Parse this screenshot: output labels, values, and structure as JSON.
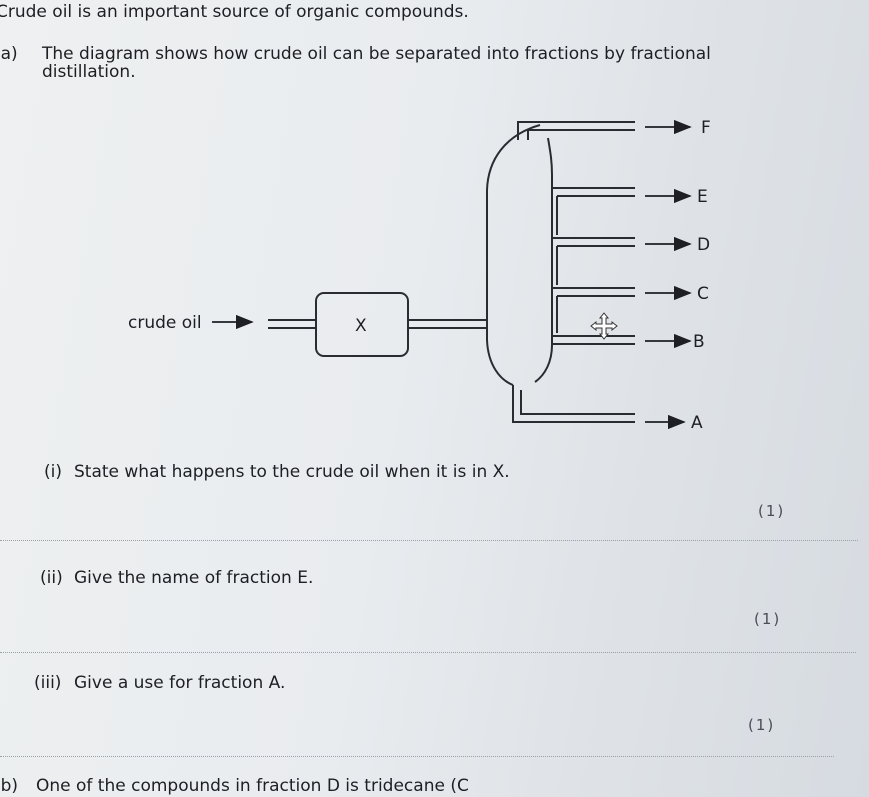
{
  "intro": "Crude oil is an important source of organic compounds.",
  "part_a": {
    "label": "(a)",
    "stem_line1": "The diagram shows how crude oil can be separated into fractions by fractional",
    "stem_line2": "distillation."
  },
  "diagram": {
    "input_label": "crude oil",
    "box_label": "X",
    "fractions": [
      "F",
      "E",
      "D",
      "C",
      "B",
      "A"
    ]
  },
  "questions": [
    {
      "num": "(i)",
      "text": "State what happens to the crude oil when it is in X.",
      "marks": "(1)"
    },
    {
      "num": "(ii)",
      "text": "Give the name of fraction E.",
      "marks": "(1)"
    },
    {
      "num": "(iii)",
      "text": "Give a use for fraction A.",
      "marks": "(1)"
    }
  ],
  "part_b": {
    "label": "(b)",
    "text": "One of the compounds in fraction D is tridecane (C"
  }
}
